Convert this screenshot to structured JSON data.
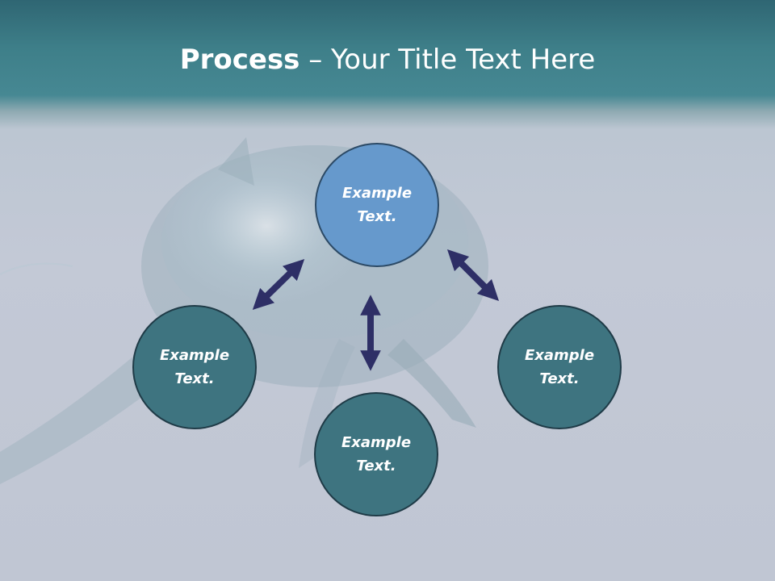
{
  "slide": {
    "title_strong": "Process",
    "title_rest": " – Your Title Text Here"
  },
  "nodes": {
    "top": "Example Text.",
    "left": "Example Text.",
    "bottom": "Example Text.",
    "right": "Example Text."
  },
  "colors": {
    "header_teal": "#3e7f89",
    "active_node": "#6699cc",
    "node": "#3e7480",
    "arrow": "#2e2f66"
  }
}
